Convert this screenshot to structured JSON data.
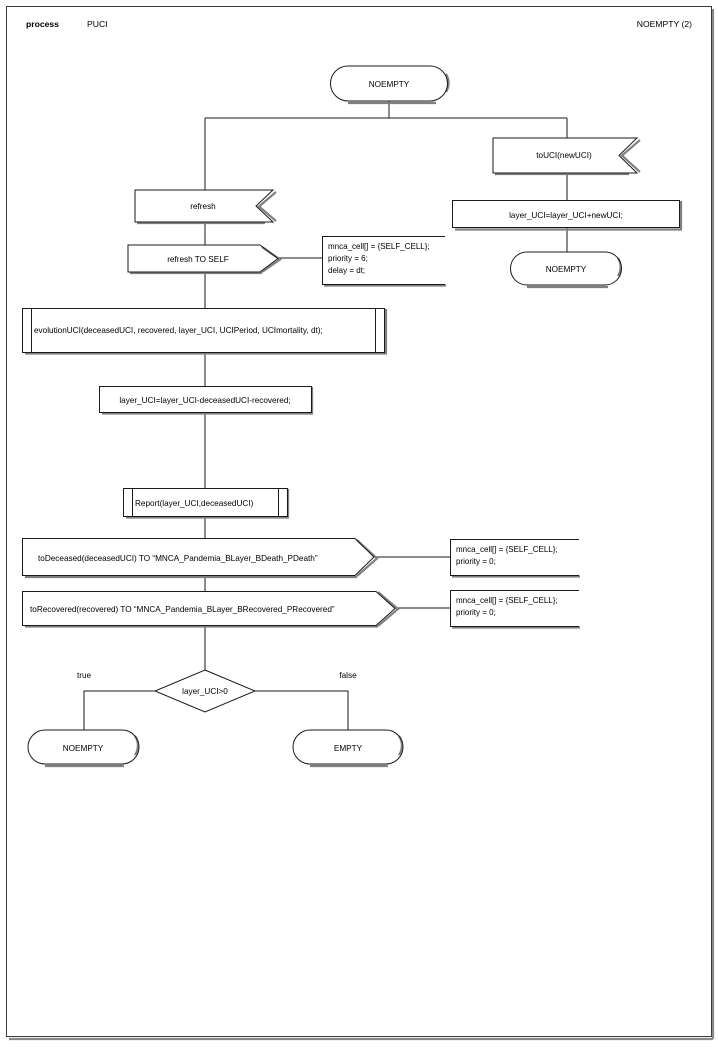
{
  "header": {
    "kind_label": "process",
    "name": "PUCI",
    "page_label": "NOEMPTY (2)"
  },
  "diagram": {
    "type": "sdl-process-flowchart",
    "start_state": {
      "label": "NOEMPTY"
    },
    "branches": {
      "left": {
        "input_signal": "refresh",
        "output_signal": "refresh TO SELF",
        "output_comment": {
          "line1": "mnca_cell[] = {SELF_CELL};",
          "line2": "priority = 6;",
          "line3": "delay = dt;"
        },
        "procedure_call_1": "evolutionUCI(deceasedUCI, recovered, layer_UCI, UCIPeriod, UCImortality, dt);",
        "task_1": "layer_UCI=layer_UCI-deceasedUCI-recovered;",
        "procedure_call_2": "Report(layer_UCI,deceasedUCI)",
        "output_signal_deceased": "toDeceased(deceasedUCI) TO “MNCA_Pandemia_BLayer_BDeath_PDeath”",
        "comment_deceased": {
          "line1": "mnca_cell[] = {SELF_CELL};",
          "line2": "priority = 0;"
        },
        "output_signal_recovered": "toRecovered(recovered) TO “MNCA_Pandemia_BLayer_BRecovered_PRecovered”",
        "comment_recovered": {
          "line1": "mnca_cell[] = {SELF_CELL};",
          "line2": "priority = 0;"
        },
        "decision": {
          "condition": "layer_UCI>0",
          "true_label": "true",
          "false_label": "false",
          "true_state": "NOEMPTY",
          "false_state": "EMPTY"
        }
      },
      "right": {
        "input_signal": "toUCI(newUCI)",
        "task": "layer_UCI=layer_UCI+newUCI;",
        "next_state": "NOEMPTY"
      }
    },
    "colors": {
      "stroke": "#1a1a1a",
      "shadow": "#808080",
      "background": "#ffffff"
    }
  }
}
